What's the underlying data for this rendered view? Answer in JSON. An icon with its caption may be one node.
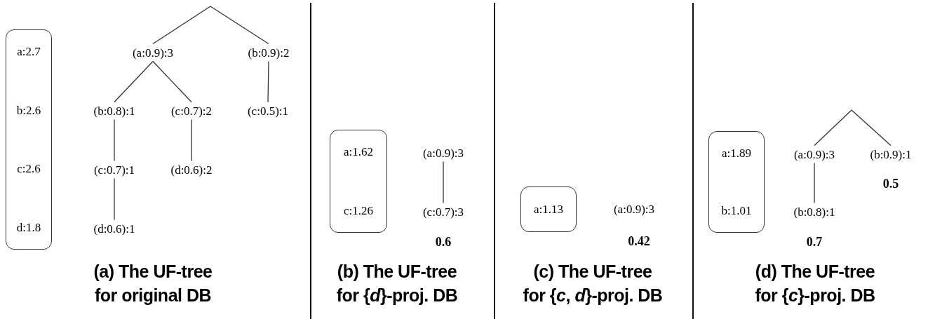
{
  "diagram": {
    "nodes": [
      {
        "text": [
          "a:2.7",
          "b:2.6",
          "c:2.6",
          "d:1.8"
        ]
      },
      {
        "text": [
          "(a:0.9):3"
        ]
      },
      {
        "text": [
          "(b:0.9):2"
        ]
      },
      {
        "text": [
          "(b:0.8):1"
        ]
      },
      {
        "text": [
          "(c:0.7):2"
        ]
      },
      {
        "text": [
          "(c:0.5):1"
        ]
      },
      {
        "text": [
          "(c:0.7):1"
        ]
      },
      {
        "text": [
          "(d:0.6):2"
        ]
      },
      {
        "text": [
          "(d:0.6):1"
        ]
      },
      {
        "text": [
          "a:1.62",
          "c:1.26"
        ]
      },
      {
        "text": [
          "(a:0.9):3"
        ]
      },
      {
        "text": [
          "(c:0.7):3"
        ],
        "beside": [
          "0.6"
        ]
      },
      {
        "text": [
          "a:1.13"
        ]
      },
      {
        "text": [
          "(a:0.9):3"
        ],
        "beside": [
          "0.42"
        ]
      },
      {
        "text": [
          "a:1.89",
          "b:1.01"
        ]
      },
      {
        "text": [
          "(a:0.9):3"
        ]
      },
      {
        "text": [
          "(b:0.9):1"
        ],
        "beside": [
          "0.5"
        ]
      },
      {
        "text": [
          "(b:0.8):1"
        ],
        "beside": [
          "0.7"
        ]
      }
    ],
    "edges": [
      {
        "from": null,
        "to": 1,
        "arrow": "none"
      },
      {
        "from": null,
        "to": 2,
        "arrow": "none"
      },
      {
        "from": 1,
        "to": 3,
        "arrow": "none"
      },
      {
        "from": 1,
        "to": 4,
        "arrow": "none"
      },
      {
        "from": 2,
        "to": 5,
        "arrow": "none"
      },
      {
        "from": 3,
        "to": 6,
        "arrow": "none"
      },
      {
        "from": 4,
        "to": 7,
        "arrow": "none"
      },
      {
        "from": 6,
        "to": 8,
        "arrow": "none"
      },
      {
        "from": 10,
        "to": 11,
        "arrow": "none"
      },
      {
        "from": null,
        "to": 15,
        "arrow": "none"
      },
      {
        "from": null,
        "to": 16,
        "arrow": "none"
      },
      {
        "from": 15,
        "to": 17,
        "arrow": "none"
      }
    ],
    "labels": [
      "(a) The UF-tree for original DB",
      "(b) The UF-tree for {*d*}-proj. DB",
      "(c) The UF-tree for {*c*, *d*}-proj. DB",
      "(d) The UF-tree for {*c*}-proj. DB"
    ]
  }
}
